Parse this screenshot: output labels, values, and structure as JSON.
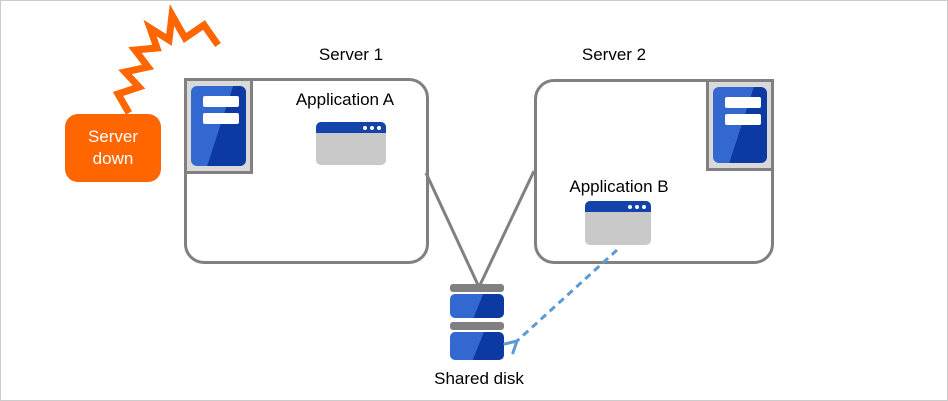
{
  "callout": {
    "line1": "Server",
    "line2": "down"
  },
  "servers": [
    {
      "title": "Server 1",
      "app_label": "Application A"
    },
    {
      "title": "Server 2",
      "app_label": "Application B"
    }
  ],
  "shared_disk": {
    "label": "Shared disk"
  },
  "colors": {
    "orange": "#FF6600",
    "connector_gray": "#808080",
    "chip_bg": "#D9D9D9",
    "blue_light": "#3468D1",
    "blue_dark": "#0C3AA2",
    "titlebar_blue": "#1444AB",
    "window_gray": "#C9C9C9",
    "arrow_blue": "#5B9BD5",
    "text": "#000000"
  }
}
